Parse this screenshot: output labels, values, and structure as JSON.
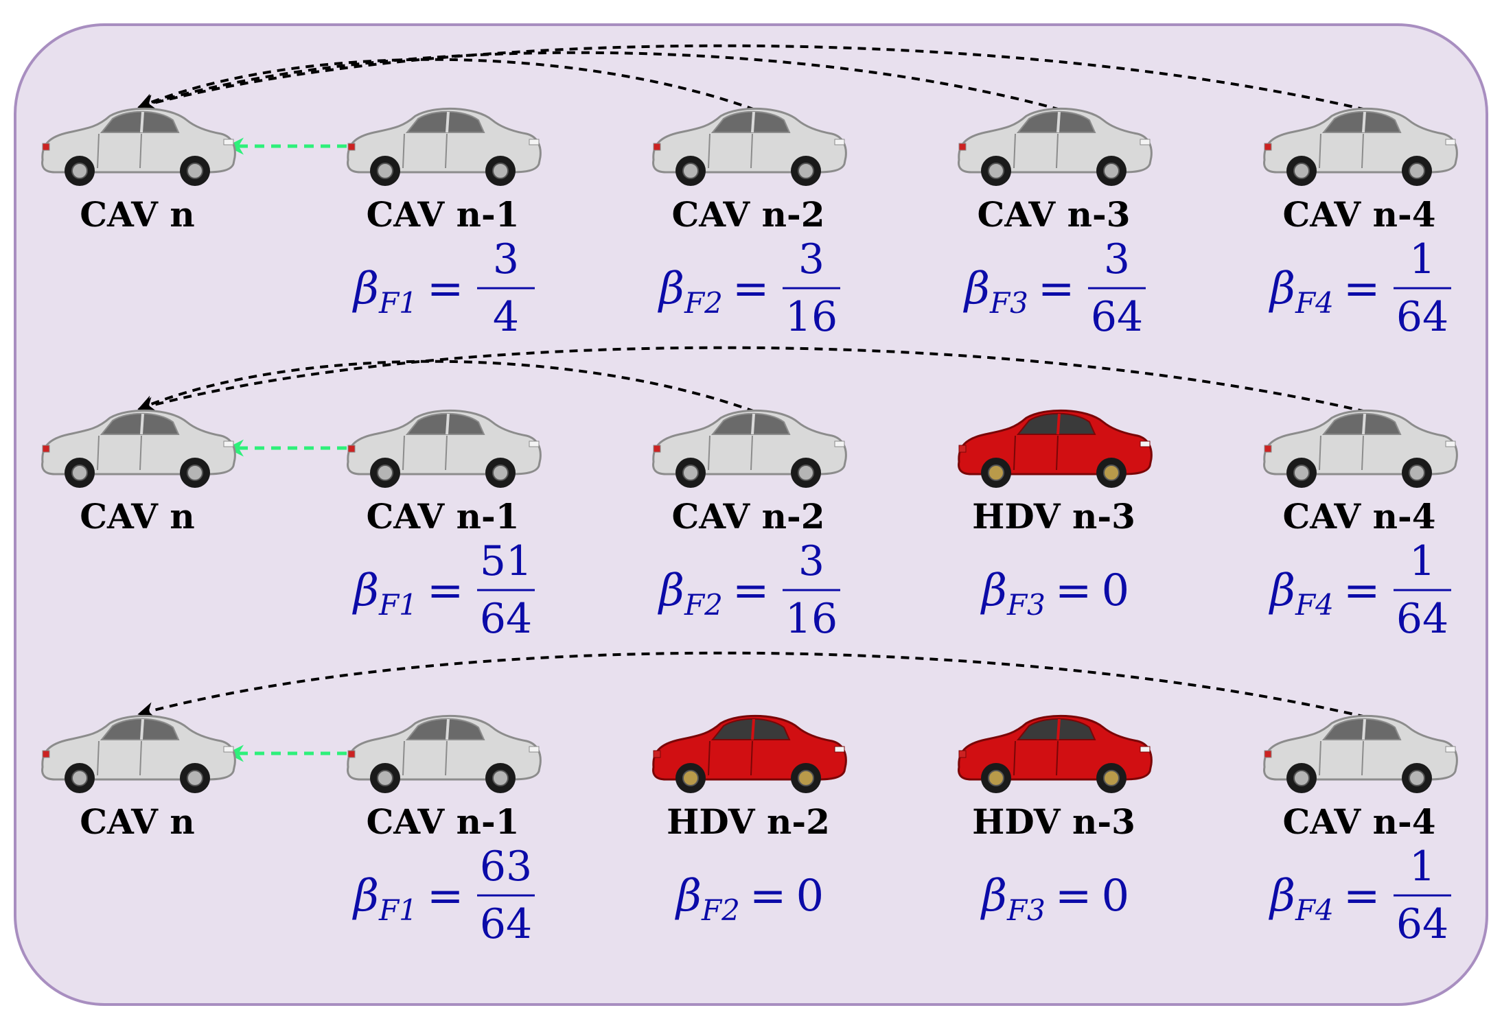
{
  "colors": {
    "panel_fill": "#e8e0ee",
    "panel_stroke": "#a88ec0",
    "cav_body": "#d9d9d9",
    "hdv_body": "#d10f12",
    "beta_text": "#0b0ba8",
    "link_dashed": "#000000",
    "link_adjacent": "#2ef07a"
  },
  "icons": {
    "cav": "sedan-car-gray-icon",
    "hdv": "sedan-car-red-icon"
  },
  "rows": [
    {
      "vehicles": [
        {
          "type": "CAV",
          "label": "CAV n"
        },
        {
          "type": "CAV",
          "label": "CAV n-1"
        },
        {
          "type": "CAV",
          "label": "CAV n-2"
        },
        {
          "type": "CAV",
          "label": "CAV n-3"
        },
        {
          "type": "CAV",
          "label": "CAV n-4"
        }
      ],
      "weights": [
        {
          "vehicle": 1,
          "sub": "F1",
          "num": "3",
          "den": "4"
        },
        {
          "vehicle": 2,
          "sub": "F2",
          "num": "3",
          "den": "16"
        },
        {
          "vehicle": 3,
          "sub": "F3",
          "num": "3",
          "den": "64"
        },
        {
          "vehicle": 4,
          "sub": "F4",
          "num": "1",
          "den": "64"
        }
      ]
    },
    {
      "vehicles": [
        {
          "type": "CAV",
          "label": "CAV n"
        },
        {
          "type": "CAV",
          "label": "CAV n-1"
        },
        {
          "type": "CAV",
          "label": "CAV n-2"
        },
        {
          "type": "HDV",
          "label": "HDV n-3"
        },
        {
          "type": "CAV",
          "label": "CAV n-4"
        }
      ],
      "weights": [
        {
          "vehicle": 1,
          "sub": "F1",
          "num": "51",
          "den": "64"
        },
        {
          "vehicle": 2,
          "sub": "F2",
          "num": "3",
          "den": "16"
        },
        {
          "vehicle": 3,
          "sub": "F3",
          "value": "0"
        },
        {
          "vehicle": 4,
          "sub": "F4",
          "num": "1",
          "den": "64"
        }
      ]
    },
    {
      "vehicles": [
        {
          "type": "CAV",
          "label": "CAV n"
        },
        {
          "type": "CAV",
          "label": "CAV n-1"
        },
        {
          "type": "HDV",
          "label": "HDV n-2"
        },
        {
          "type": "HDV",
          "label": "HDV n-3"
        },
        {
          "type": "CAV",
          "label": "CAV n-4"
        }
      ],
      "weights": [
        {
          "vehicle": 1,
          "sub": "F1",
          "num": "63",
          "den": "64"
        },
        {
          "vehicle": 2,
          "sub": "F2",
          "value": "0"
        },
        {
          "vehicle": 3,
          "sub": "F3",
          "value": "0"
        },
        {
          "vehicle": 4,
          "sub": "F4",
          "num": "1",
          "den": "64"
        }
      ]
    }
  ],
  "beta_symbol": "β",
  "equals_symbol": "="
}
